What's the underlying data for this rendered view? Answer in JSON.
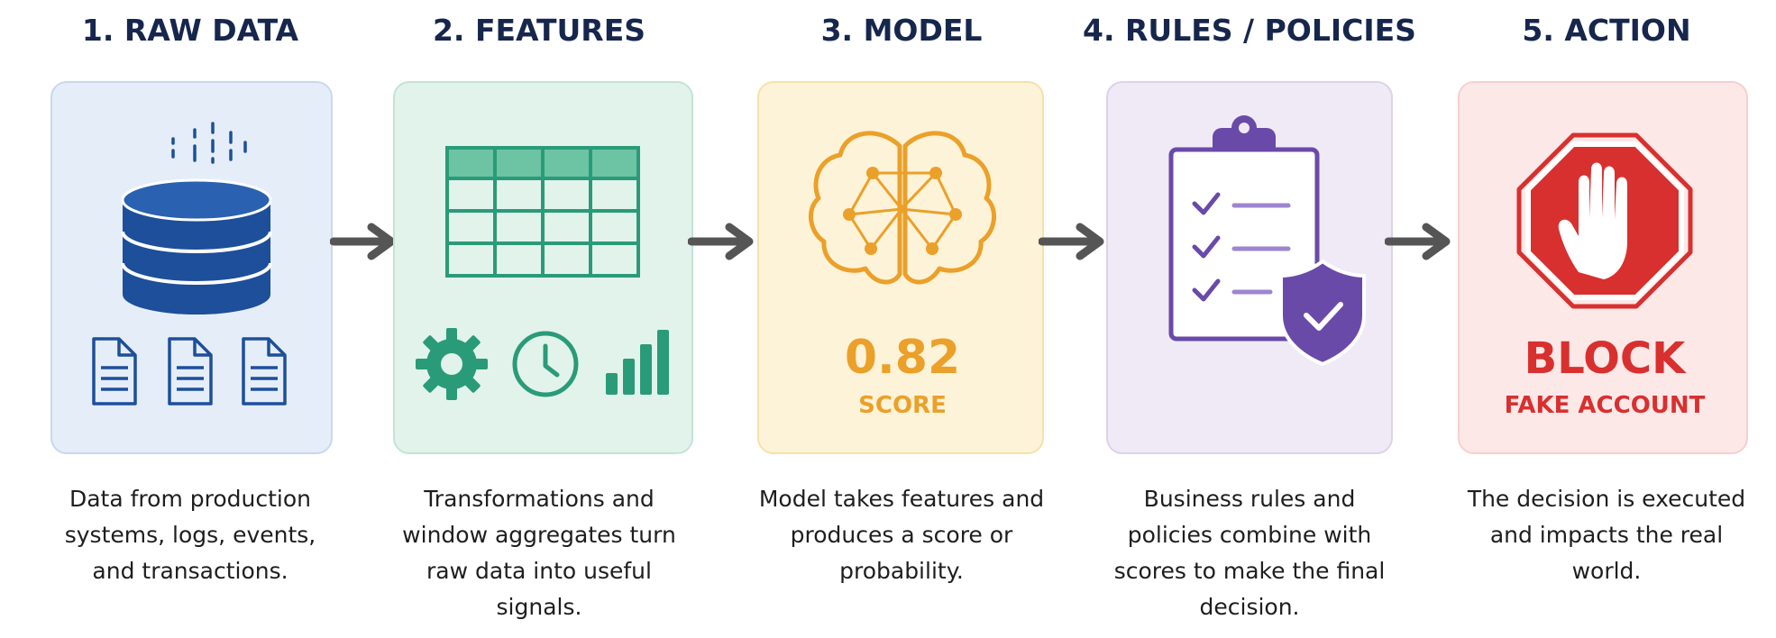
{
  "stages": [
    {
      "title": "1. RAW DATA",
      "description": "Data from production systems, logs, events, and transactions.",
      "icons": [
        "database-icon",
        "document-icon"
      ],
      "color": "#1d4f9a"
    },
    {
      "title": "2. FEATURES",
      "description": "Transformations and window aggregates turn raw data into useful signals.",
      "icons": [
        "table-icon",
        "gear-icon",
        "clock-icon",
        "bar-chart-icon"
      ],
      "color": "#2a9b78"
    },
    {
      "title": "3. MODEL",
      "description": "Model takes features and produces a score or probability.",
      "icons": [
        "brain-network-icon"
      ],
      "score_value": "0.82",
      "score_label": "SCORE",
      "color": "#eba02a"
    },
    {
      "title": "4. RULES / POLICIES",
      "description": "Business rules and policies combine with scores to make the final decision.",
      "icons": [
        "clipboard-checklist-icon",
        "shield-check-icon"
      ],
      "color": "#6a4aa8"
    },
    {
      "title": "5. ACTION",
      "description": "The decision is executed and impacts the real world.",
      "icons": [
        "stop-hand-icon"
      ],
      "action_value": "BLOCK",
      "action_label": "FAKE ACCOUNT",
      "color": "#d8302f"
    }
  ],
  "arrow_color": "#555555"
}
